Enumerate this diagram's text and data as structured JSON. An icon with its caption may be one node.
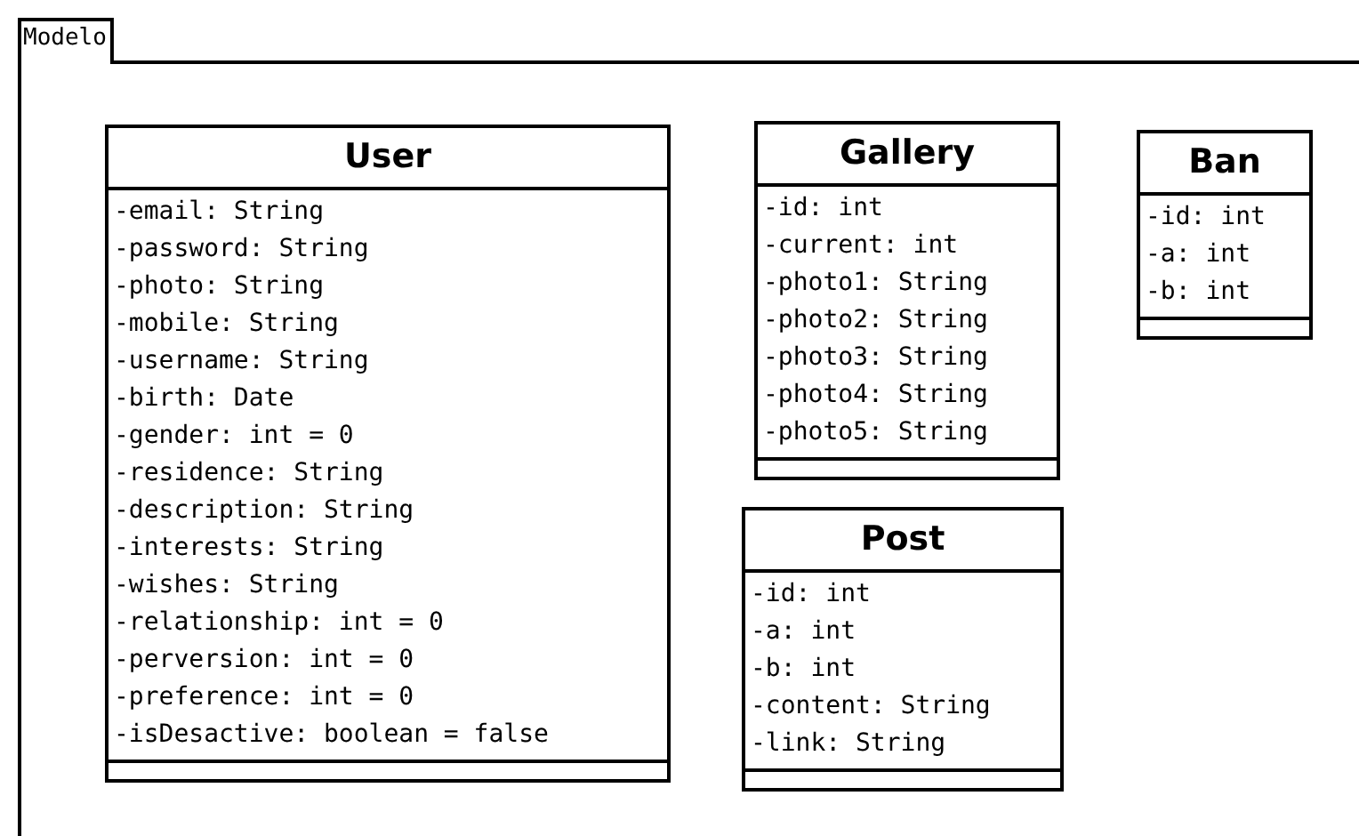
{
  "diagram": {
    "nodes": [
      {
        "text": [
          "Modelo"
        ]
      },
      {
        "text": [
          "User",
          "-email: String",
          "-password: String",
          "-photo: String",
          "-mobile: String",
          "-username: String",
          "-birth: Date",
          "-gender: int = 0",
          "-residence: String",
          "-description: String",
          "-interests: String",
          "-wishes: String",
          "-relationship: int = 0",
          "-perversion: int = 0",
          "-preference: int = 0",
          "-isDesactive: boolean = false"
        ],
        "in": 0
      },
      {
        "text": [
          "Gallery",
          "-id: int",
          "-current: int",
          "-photo1: String",
          "-photo2: String",
          "-photo3: String",
          "-photo4: String",
          "-photo5: String"
        ],
        "in": 0
      },
      {
        "text": [
          "Ban",
          "-id: int",
          "-a: int",
          "-b: int"
        ],
        "in": 0
      },
      {
        "text": [
          "Post",
          "-id: int",
          "-a: int",
          "-b: int",
          "-content: String",
          "-link: String"
        ],
        "in": 0
      }
    ]
  }
}
